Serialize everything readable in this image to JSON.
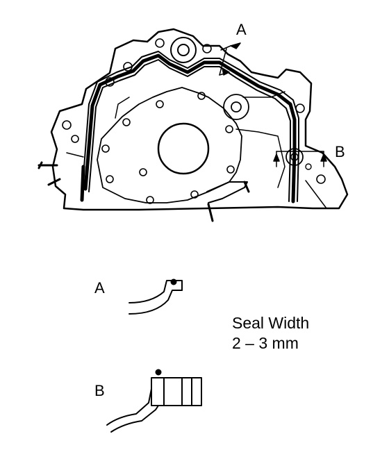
{
  "callouts": {
    "top_a": "A",
    "top_b": "B",
    "detail_a": "A",
    "detail_b": "B"
  },
  "seal": {
    "label": "Seal Width",
    "value": "2 – 3 mm"
  },
  "icons": [
    "oil-pump-body-drawing",
    "seal-section-a-drawing",
    "seal-section-b-drawing"
  ]
}
